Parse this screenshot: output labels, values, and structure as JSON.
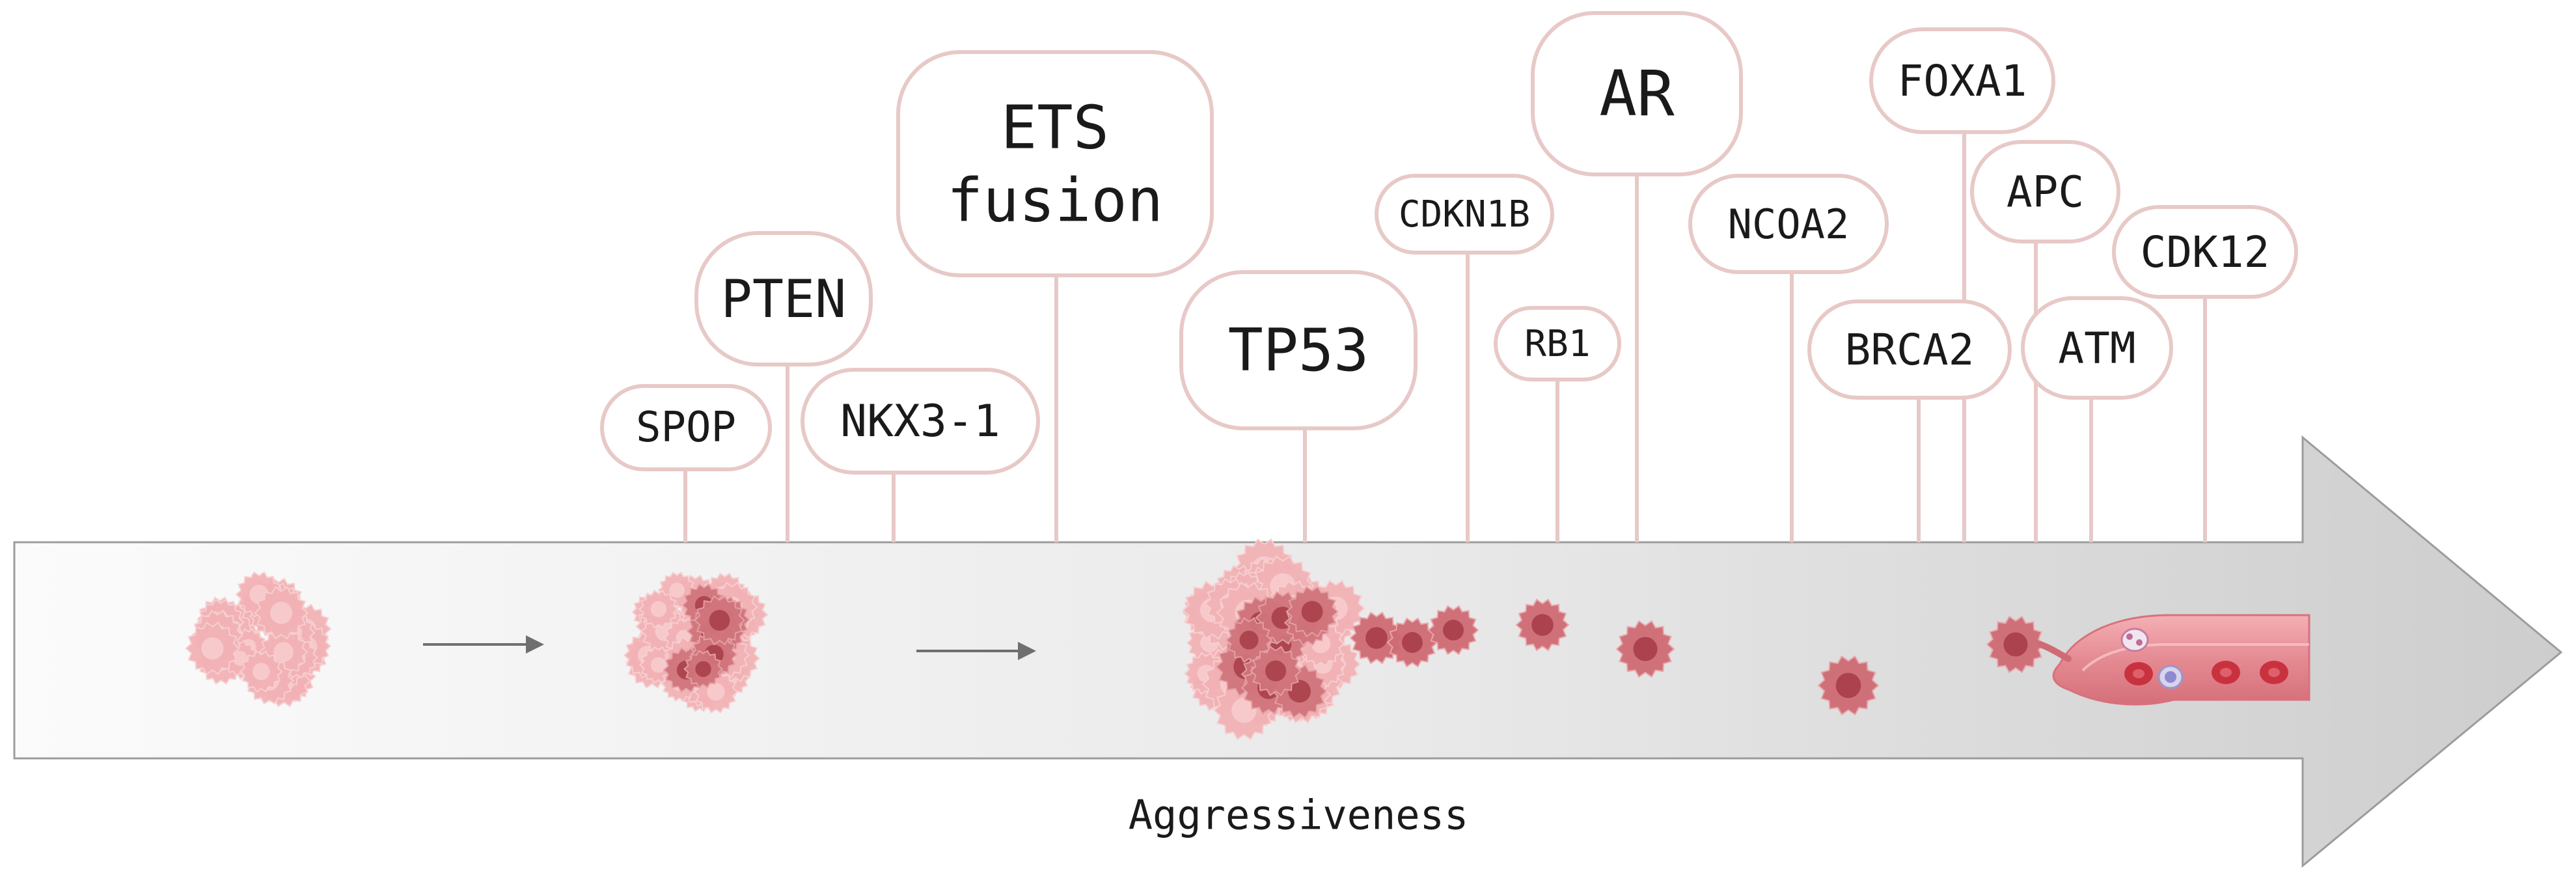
{
  "axis_label": "Aggressiveness",
  "colors": {
    "box_border": "#e7c9c7",
    "arrow_fill_light": "#fafafa",
    "arrow_fill_dark": "#cfcfcf",
    "arrow_stroke": "#9a9a9a",
    "cell_light": "#f3b5b7",
    "cell_mid": "#e08b91",
    "cell_dark": "#c0505a",
    "vessel": "#e98a92",
    "blood_cell": "#c8323e"
  },
  "genes": [
    {
      "label": "SPOP"
    },
    {
      "label": "PTEN"
    },
    {
      "label": "NKX3-1"
    },
    {
      "label": "ETS\nfusion"
    },
    {
      "label": "TP53"
    },
    {
      "label": "CDKN1B"
    },
    {
      "label": "RB1"
    },
    {
      "label": "AR"
    },
    {
      "label": "NCOA2"
    },
    {
      "label": "BRCA2"
    },
    {
      "label": "FOXA1"
    },
    {
      "label": "APC"
    },
    {
      "label": "ATM"
    },
    {
      "label": "CDK12"
    }
  ],
  "stages": [
    {
      "name": "localized-tumor-stage"
    },
    {
      "name": "growing-tumor-stage"
    },
    {
      "name": "invasive-tumor-stage"
    },
    {
      "name": "metastatic-intravasation-stage"
    }
  ]
}
